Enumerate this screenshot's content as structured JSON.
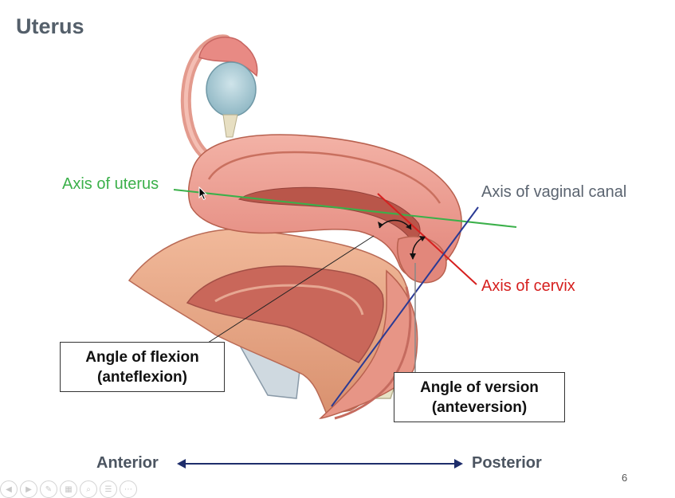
{
  "slide": {
    "title": "Uterus",
    "page_number": "6"
  },
  "labels": {
    "axis_uterus": "Axis of uterus",
    "axis_vaginal_canal": "Axis of vaginal canal",
    "axis_cervix": "Axis of cervix"
  },
  "boxes": {
    "flexion_line1": "Angle of flexion",
    "flexion_line2": "(anteflexion)",
    "version_line1": "Angle of version",
    "version_line2": "(anteversion)"
  },
  "direction": {
    "anterior": "Anterior",
    "posterior": "Posterior"
  },
  "colors": {
    "axis_uterus": "#3bb04a",
    "axis_vaginal": "#2a3a94",
    "axis_cervix": "#d6201f",
    "tissue": "#e8978a",
    "bladder": "#dfa07f",
    "ovary": "#a9cbd5"
  },
  "toolbar": {
    "icons": [
      "prev-icon",
      "play-icon",
      "pen-icon",
      "slides-icon",
      "zoom-icon",
      "menu-icon",
      "more-icon"
    ]
  }
}
